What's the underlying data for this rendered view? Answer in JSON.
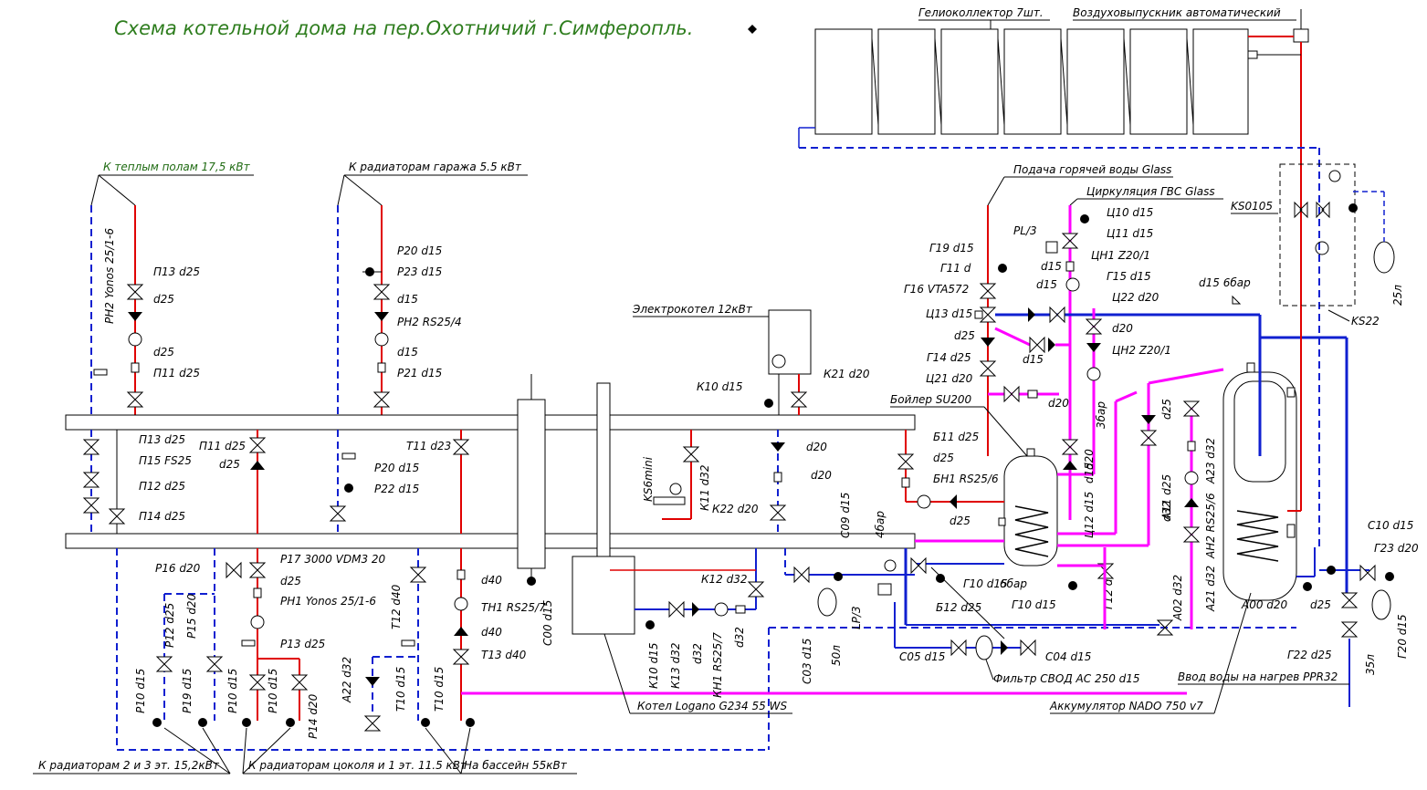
{
  "title": "Схема котельной дома на пер.Охотничий г.Симферопль.",
  "colors": {
    "supply": "#e00000",
    "return": "#1020d0",
    "dhw": "#ff00ff",
    "title": "#2e7d1e",
    "ink": "#000000"
  },
  "labels": {
    "solar": "Гелиоколлектор 7шт.",
    "air_vent": "Воздуховыпускник автоматический",
    "floor_heat": "К теплым полам 17,5 кВт",
    "garage": "К радиаторам гаража 5.5 кВт",
    "hot_supply": "Подача горячей воды Glass",
    "dhw_circ": "Циркуляция ГВС Glass",
    "electroboiler": "Электрокотел 12кВт",
    "boiler_su": "Бойлер SU200",
    "boiler_logano": "Котел Logano G234 55 WS",
    "accumulator": "Аккумулятор NADO 750 v7",
    "filter": "Фильтр СВОД АС 250 d15",
    "water_in": "Ввод воды на нагрев PPR32",
    "rad_23": "К радиаторам 2 и 3 эт. 15,2кВт",
    "rad_basement": "К радиаторам цоколя и 1 эт. 11.5 кВт",
    "pool": "На бассейн 55кВт",
    "ks0105": "KS0105",
    "ks22": "KS22",
    "ks6mini": "KS6mini",
    "ph2_yonos": "РН2 Yonos 25/1-6",
    "ph2_rs": "РН2 RS25/4",
    "ph1_yonos": "РН1 Yonos 25/1-6",
    "p17": "Р17 3000 VDM3 20",
    "p11_d25": "П11 d25",
    "p13_d25": "П13 d25",
    "p15_fs": "П15 FS25",
    "p12_d25": "П12 d25",
    "p14_d25": "П14 d25",
    "pp11_d25": "П11 d25",
    "p20_d15": "Р20 d15",
    "p23_d15": "Р23 d15",
    "p21_d15": "Р21 d15",
    "p22_d15": "Р22 d15",
    "p16_d20": "Р16 d20",
    "p13b_d25": "Р13 d25",
    "p12_d25v": "Р12 d25",
    "p15_d20v": "Р15 d20",
    "p10_d15v": "Р10 d15",
    "p19_d15v": "Р19 d15",
    "p14_d20v": "Р14 d20",
    "t11_d23": "Т11 d23",
    "t12_d40": "Т12 d40",
    "t10_d15": "Т10 d15",
    "th1": "ТН1 RS25/7",
    "t13_d40": "Т13 d40",
    "a22_d32": "А22 d32",
    "c00_d15": "С00 d15",
    "c09_d15": "С09 d15",
    "c03_d15": "С03 d15",
    "c05_d15": "С05 d15",
    "c04_d15": "С04 d15",
    "c10_d15": "С10 d15",
    "k10_d15": "К10 d15",
    "k21_d20": "К21 d20",
    "k11_d32": "К11 d32",
    "k22_d20": "К22 d20",
    "k12_d32": "К12 d32",
    "k13_d32": "К13 d32",
    "kh1": "КН1 RS25/7",
    "g19_d15": "Г19 d15",
    "g11_d": "Г11 d",
    "g16": "Г16 VTA572",
    "g15_d15": "Г15 d15",
    "g14_d25": "Г14 d25",
    "g12_d": "Г12 d",
    "g10_d15": "Г10 d15",
    "g10b": "Г10 d15",
    "g23_d20": "Г23 d20",
    "g22_d25": "Г22 d25",
    "g20_d15": "Г20 d15",
    "c13_d15": "Ц13 d15",
    "c21_d20": "Ц21 d20",
    "c10ts_d15": "Ц10 d15",
    "c11_d15": "Ц11 d15",
    "ch1": "ЦН1 Z20/1",
    "c22_d20": "Ц22 d20",
    "ch2": "ЦН2 Z20/1",
    "c12_d15": "Ц12 d15",
    "b11_d25": "Б11 d25",
    "bh1": "БН1 RS25/6",
    "b12_d25": "Б12 d25",
    "a11_d25": "А11 d25",
    "a23_d32": "А23 d32",
    "a21_d32": "А21 d32",
    "ah2": "АН2 RS25/6",
    "a02_d32": "А02 d32",
    "a00_d20": "А00 d20",
    "pl3": "PL/3",
    "lp3": "LP/3",
    "d15_6bar": "d15 6бар",
    "bar4": "4бар",
    "bar3": "3бар",
    "bar6": "6бар",
    "l25": "25л",
    "l50": "50л",
    "l35": "35л",
    "d15": "d15",
    "d20": "d20",
    "d25": "d25",
    "d32": "d32",
    "d40": "d40"
  }
}
